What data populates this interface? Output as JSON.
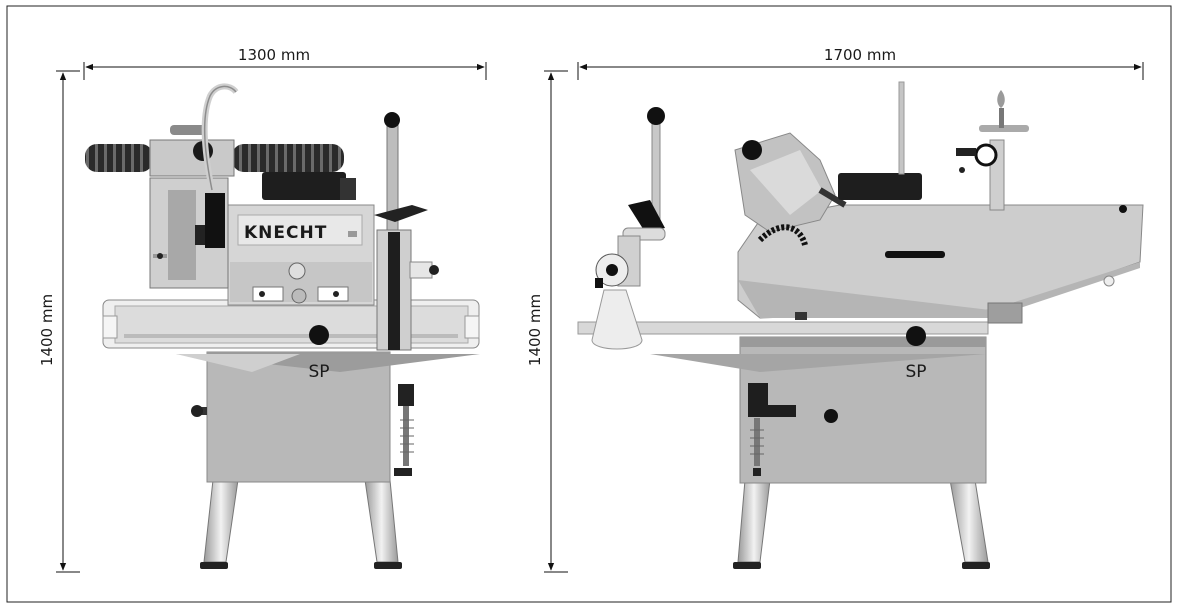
{
  "front_view": {
    "width_label": "1300 mm",
    "height_label": "1400 mm",
    "brand_label": "KNECHT",
    "center_of_gravity_label": "SP"
  },
  "side_view": {
    "width_label": "1700 mm",
    "height_label": "1400 mm",
    "center_of_gravity_label": "SP"
  }
}
